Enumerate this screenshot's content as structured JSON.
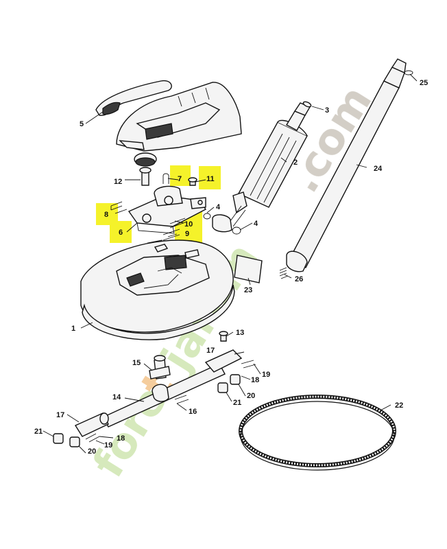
{
  "watermark": {
    "left": "fore",
    "mid": "t",
    "right": "jardin",
    "dot": ".com",
    "colors": {
      "green": "#cfe6b0",
      "orange": "#f4c48c",
      "grey": "#cbc6bc"
    }
  },
  "labels": {
    "p1": "1",
    "p2": "2",
    "p3": "3",
    "p4a": "4",
    "p4b": "4",
    "p5": "5",
    "p6": "6",
    "p7": "7",
    "p8": "8",
    "p9": "9",
    "p10": "10",
    "p11": "11",
    "p12": "12",
    "p13": "13",
    "p14": "14",
    "p15": "15",
    "p16": "16",
    "p17a": "17",
    "p17b": "17",
    "p18a": "18",
    "p18b": "18",
    "p19a": "19",
    "p19b": "19",
    "p20a": "20",
    "p20b": "20",
    "p21a": "21",
    "p21b": "21",
    "p22": "22",
    "p23": "23",
    "p24": "24",
    "p25": "25",
    "p26": "26"
  },
  "highlight_color": "#f5f22a"
}
